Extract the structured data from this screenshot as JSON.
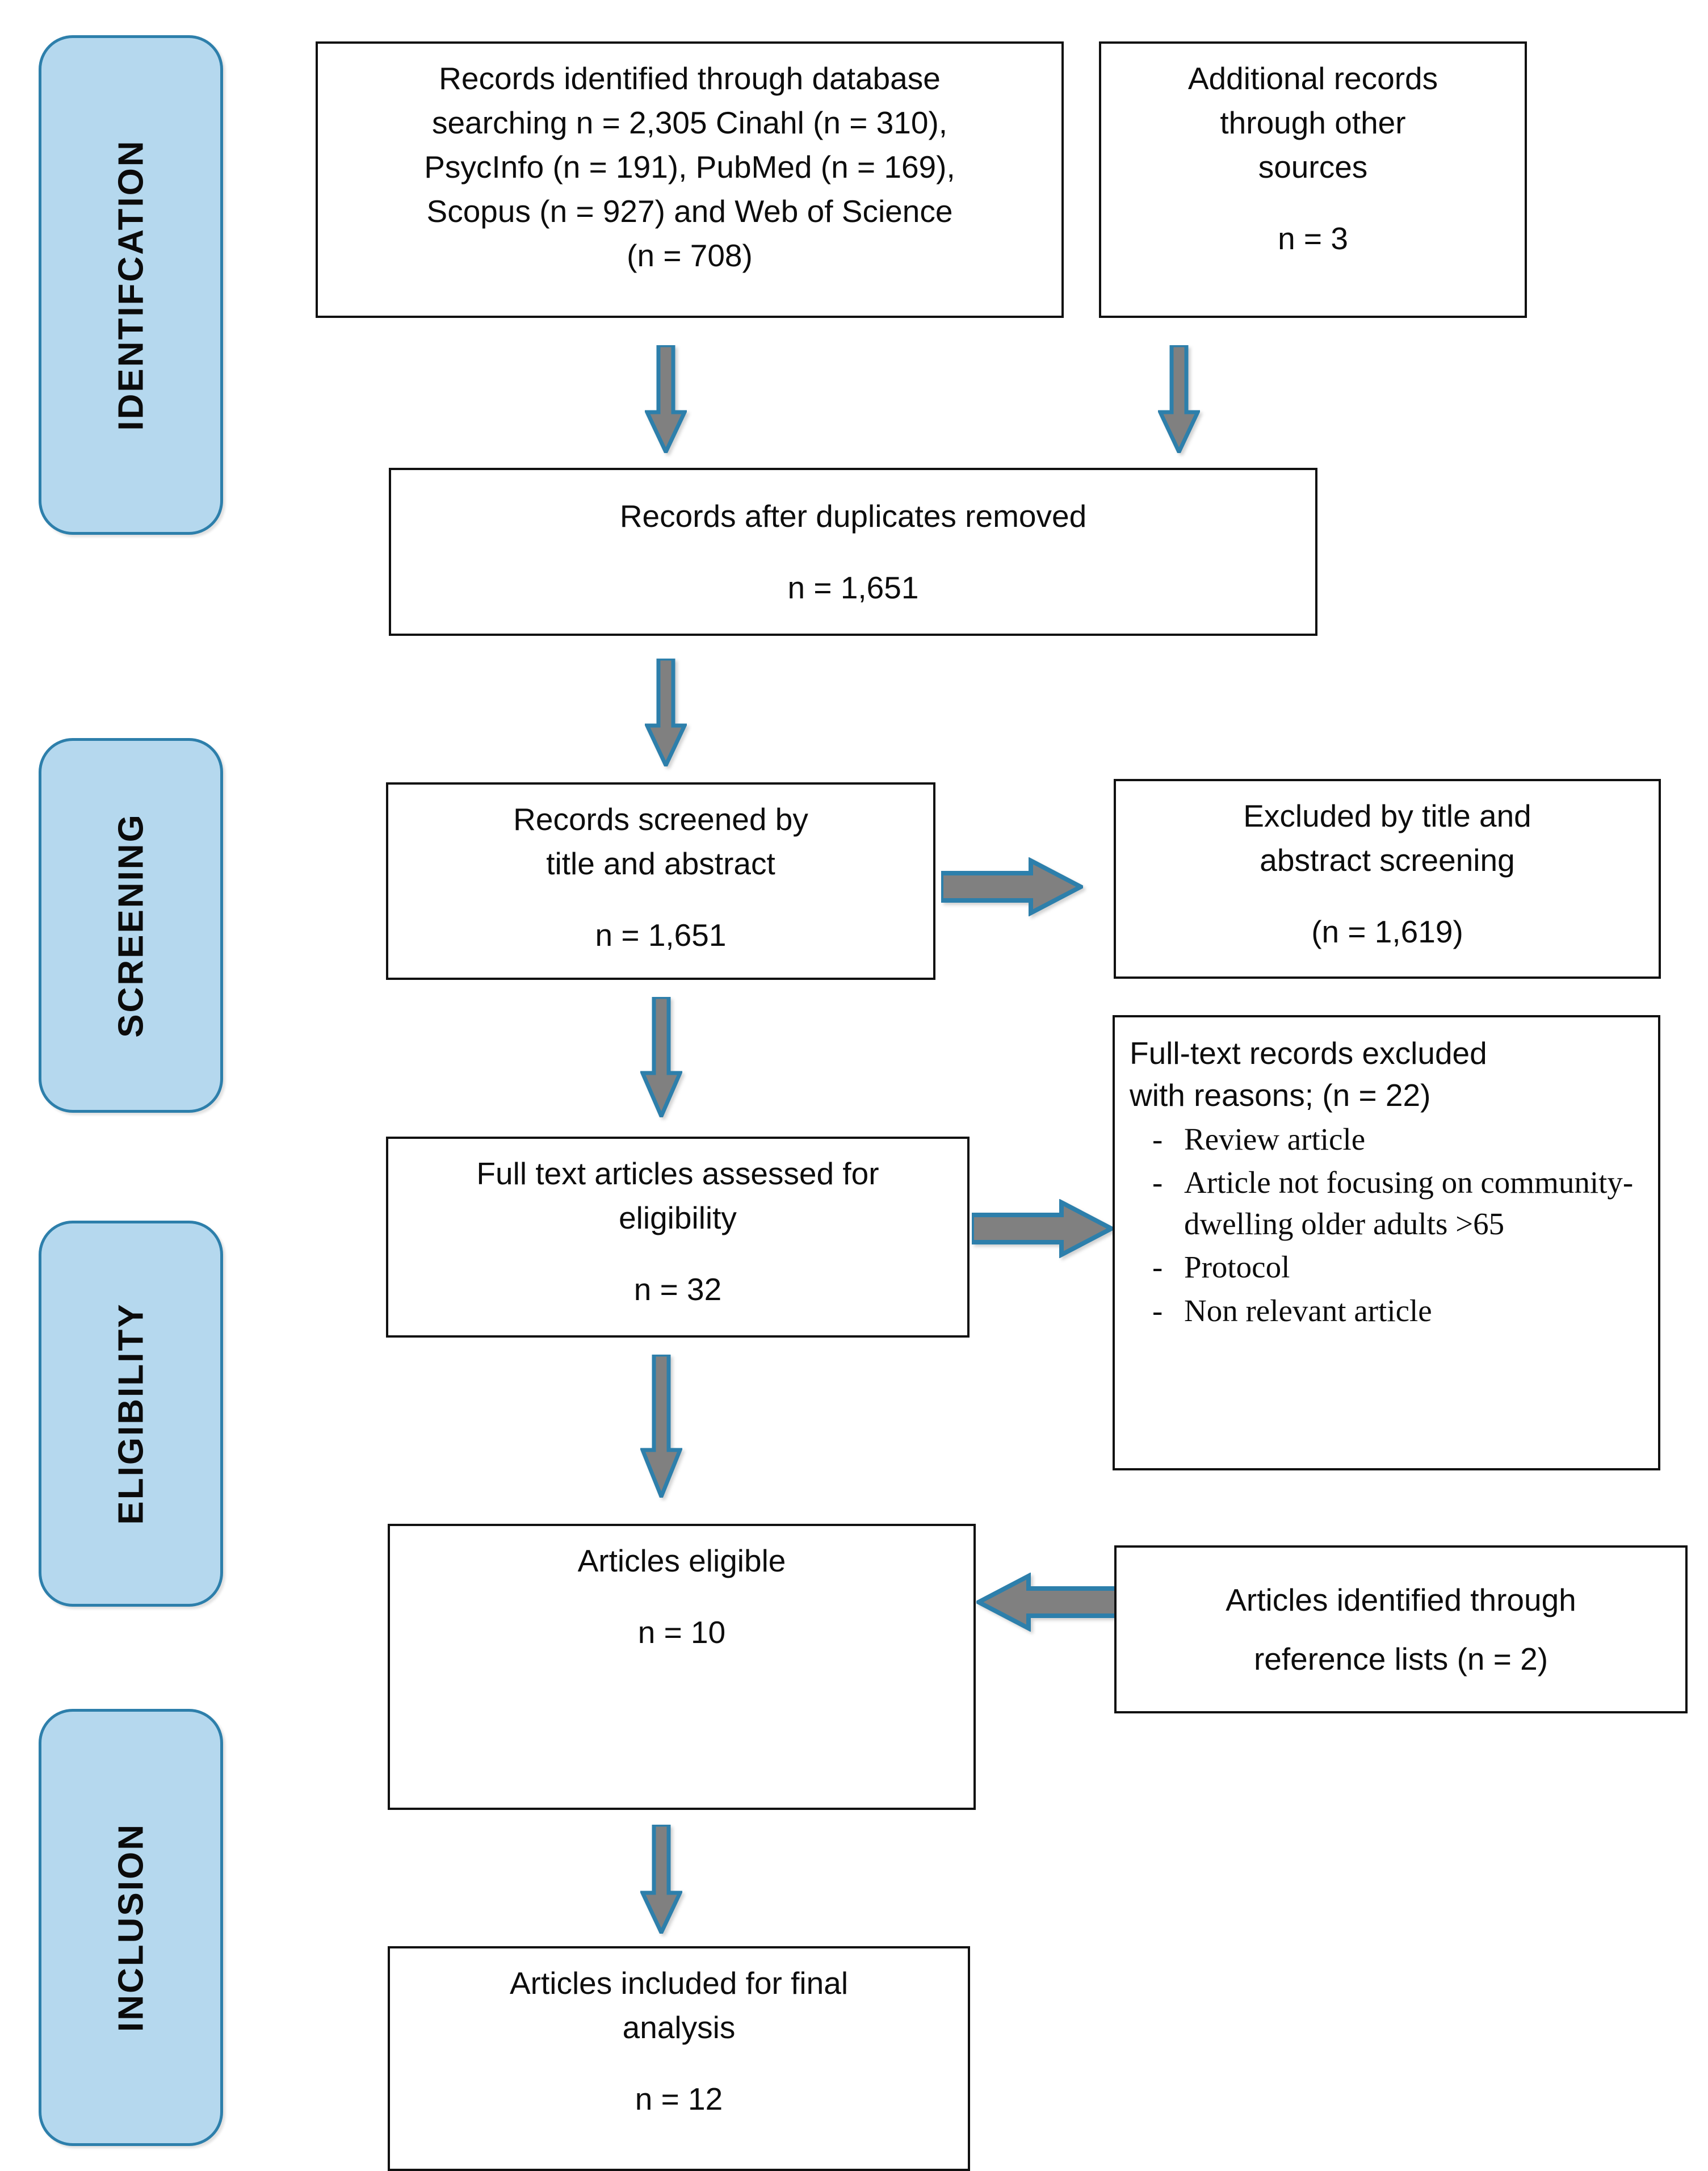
{
  "diagram": {
    "title": "PRISMA flow diagram",
    "colors": {
      "pill_fill": "#b5d8ee",
      "pill_border": "#2d7fab",
      "box_border": "#111111",
      "arrow_fill": "#808080",
      "arrow_border": "#2d7fab",
      "background": "#ffffff"
    }
  },
  "stages": [
    {
      "label": "IDENTIFCATION"
    },
    {
      "label": "SCREENING"
    },
    {
      "label": "ELIGIBILITY"
    },
    {
      "label": "INCLUSION"
    }
  ],
  "boxes": {
    "database_search": {
      "line1": "Records identified through database",
      "line2": "searching n = 2,305  Cinahl (n = 310),",
      "line3": "PsycInfo (n = 191), PubMed (n = 169),",
      "line4": "Scopus (n = 927) and Web of Science",
      "line5": "(n = 708)"
    },
    "other_sources": {
      "line1": "Additional records",
      "line2": "through other",
      "line3": "sources",
      "count": "n = 3"
    },
    "duplicates_removed": {
      "line1": "Records after duplicates removed",
      "count": "n = 1,651"
    },
    "records_screened": {
      "line1": "Records screened by",
      "line2": "title and abstract",
      "count": "n = 1,651"
    },
    "excluded_screening": {
      "line1": "Excluded by title and",
      "line2": "abstract screening",
      "count": "(n = 1,619)"
    },
    "full_text_assessed": {
      "line1": "Full text articles assessed for",
      "line2": "eligibility",
      "count": "n = 32"
    },
    "fulltext_excluded": {
      "head_line1": "Full-text records excluded",
      "head_line2": "with reasons; (n = 22)",
      "bullet": "-",
      "reasons": [
        "Review article",
        "Article not focusing on community-dwelling older adults >65",
        "Protocol",
        "Non relevant article"
      ]
    },
    "articles_eligible": {
      "line1": "Articles eligible",
      "count": "n = 10"
    },
    "reference_lists": {
      "line1": "Articles identified through",
      "line2": "reference lists (n = 2)"
    },
    "final_included": {
      "line1": "Articles included for final",
      "line2": "analysis",
      "count": "n = 12"
    }
  }
}
